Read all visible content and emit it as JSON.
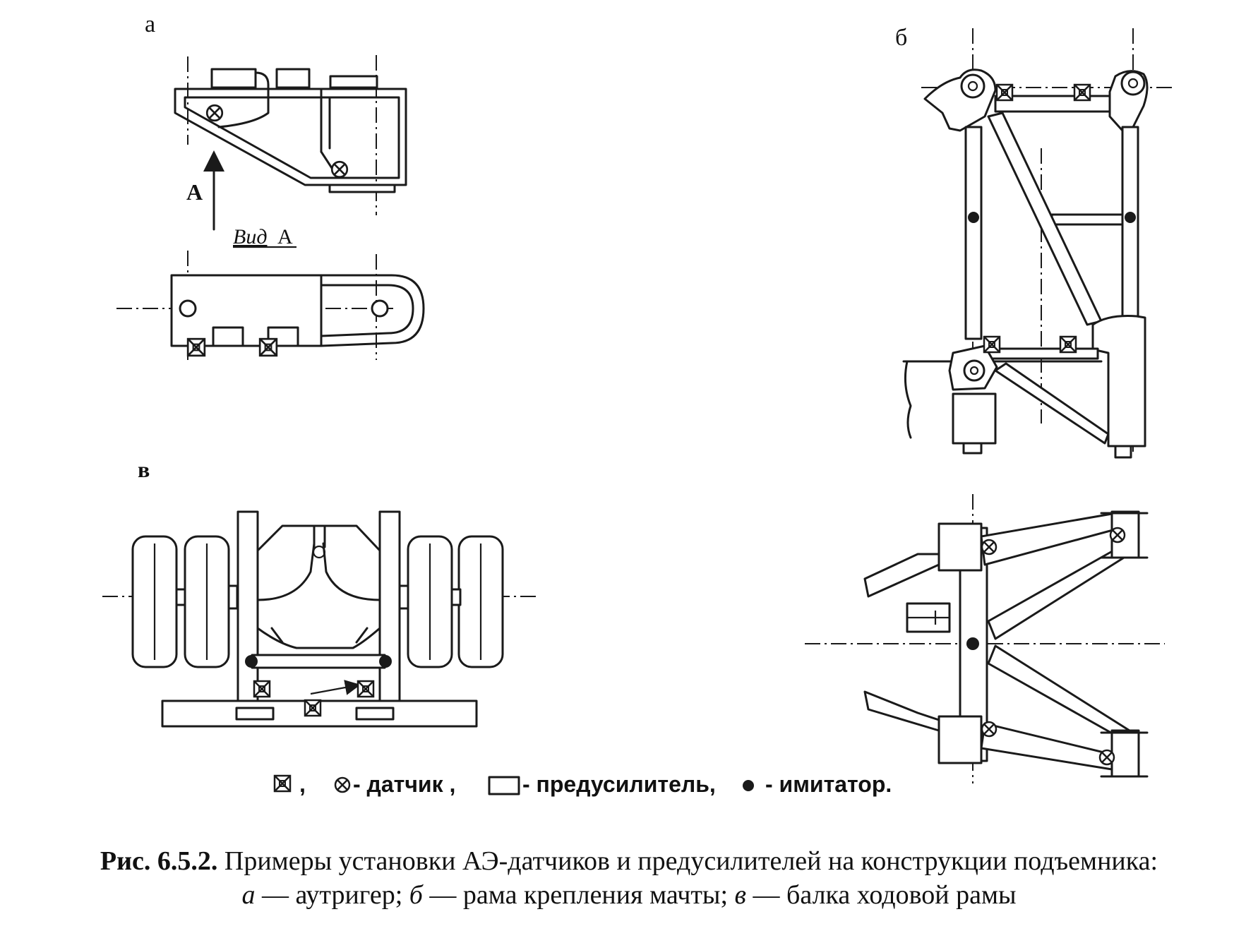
{
  "panels": {
    "a": {
      "label": "а",
      "arrow_label": "А",
      "view_label_word": "Вид",
      "view_label_letter": "А"
    },
    "b": {
      "label": "б"
    },
    "v": {
      "label": "в"
    }
  },
  "legend": {
    "sep1": ",",
    "sensor_text": "- датчик ,",
    "preamp_text": "- предусилитель,",
    "imitator_text": "- имитатор."
  },
  "caption": {
    "number": "Рис. 6.5.2.",
    "line1": "Примеры установки АЭ-датчиков и предусилителей на конструкции подъемника:",
    "a_letter": "а",
    "a_text": "— аутригер;",
    "b_letter": "б",
    "b_text": "— рама крепления мачты;",
    "v_letter": "в",
    "v_text": "— балка ходовой рамы"
  },
  "colors": {
    "ink": "#1a1a1a",
    "background": "#ffffff"
  }
}
